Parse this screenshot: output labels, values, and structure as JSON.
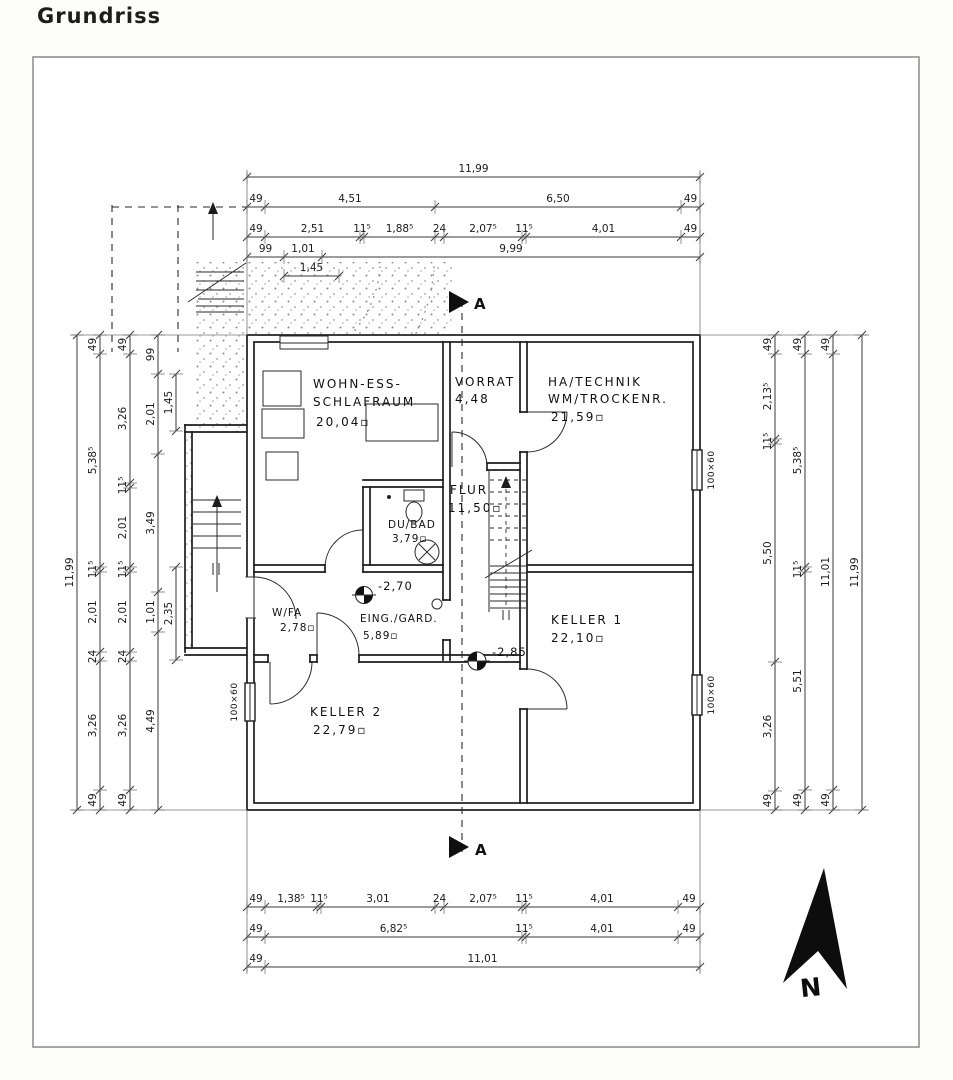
{
  "title": "Grundriss",
  "rooms": {
    "wohn": {
      "line1": "WOHN-ESS-",
      "line2": "SCHLAFRAUM",
      "area": "20,04▫"
    },
    "vorrat": {
      "line1": "VORRAT",
      "area": "4,48"
    },
    "technik": {
      "line1": "HA/TECHNIK",
      "line2": "WM/TROCKENR.",
      "area": "21,59▫"
    },
    "flur": {
      "line1": "FLUR",
      "area": "11,50▫"
    },
    "bad": {
      "line1": "DU/BAD",
      "area": "3,79▫"
    },
    "windfang": {
      "line1": "W/FA",
      "area": "2,78▫"
    },
    "eingang": {
      "line1": "EING./GARD.",
      "area": "5,89▫"
    },
    "keller1": {
      "line1": "KELLER 1",
      "area": "22,10▫"
    },
    "keller2": {
      "line1": "KELLER 2",
      "area": "22,79▫"
    }
  },
  "levels": {
    "flur": "-2,70",
    "keller": "-2,85"
  },
  "window_label": "100×60",
  "section_label": "A",
  "compass_label": "N",
  "dims": {
    "top": {
      "row1": [
        "11,99"
      ],
      "row2": [
        "49",
        "4,51",
        "6,50",
        "49"
      ],
      "row3": [
        "49",
        "2,51",
        "11⁵",
        "1,88⁵",
        "24",
        "2,07⁵",
        "11⁵",
        "4,01",
        "49"
      ],
      "row4": [
        "99",
        "1,01",
        "9,99"
      ],
      "row5": [
        "1,45"
      ]
    },
    "bottom": {
      "row1": [
        "49",
        "1,38⁵",
        "11⁵",
        "3,01",
        "24",
        "2,07⁵",
        "11⁵",
        "4,01",
        "49"
      ],
      "row2": [
        "49",
        "6,82⁵",
        "11⁵",
        "4,01",
        "49"
      ],
      "row3": [
        "49",
        "11,01"
      ]
    },
    "left": {
      "outer": [
        "11,99"
      ],
      "colA": [
        "49",
        "5,38⁵",
        "11⁵",
        "2,01",
        "24",
        "3,26",
        "49"
      ],
      "colB": [
        "49",
        "3,26",
        "11⁵",
        "2,01",
        "11⁵",
        "2,01",
        "24",
        "3,26",
        "49"
      ],
      "colC": [
        "99",
        "2,01",
        "3,49",
        "1,01",
        "4,49"
      ],
      "colD": [
        "1,45"
      ],
      "colD2": [
        "2,35"
      ]
    },
    "right": {
      "col1": [
        "49",
        "2,13⁵",
        "11⁵",
        "5,50",
        "3,26",
        "49"
      ],
      "col2": [
        "49",
        "5,38⁵",
        "11⁵",
        "5,51",
        "49"
      ],
      "col3": [
        "49",
        "11,01",
        "49"
      ],
      "outer": [
        "11,99"
      ]
    }
  }
}
